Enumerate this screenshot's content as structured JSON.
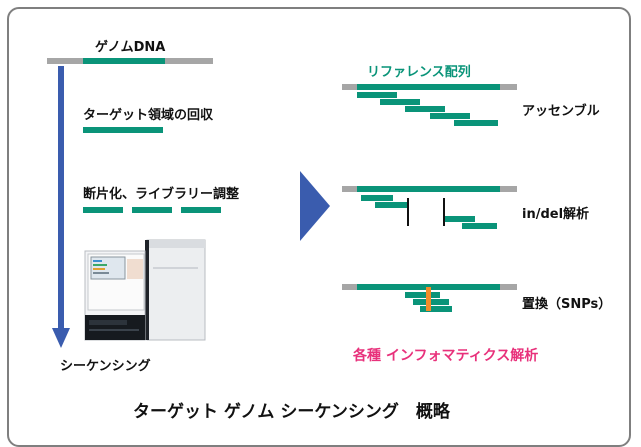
{
  "left": {
    "genome_dna": "ゲノムDNA",
    "target_capture": "ターゲット領域の回収",
    "fragmentation": "断片化、ライブラリー調整",
    "sequencing": "シーケンシング"
  },
  "right": {
    "reference": "リファレンス配列",
    "assembly": "アッセンブル",
    "indel": "in/del解析",
    "snp": "置換（SNPs）",
    "informatics": "各種 インフォマティクス解析"
  },
  "title": "ターゲット ゲノム シーケンシング　概略",
  "colors": {
    "teal": "#0a9479",
    "gray": "#a6a6a6",
    "arrow_blue": "#3a5cae",
    "magenta": "#e8317b",
    "snp_orange": "#f28c28",
    "frame": "#7f7f7f"
  },
  "icons": {
    "flow_arrow": "down-arrow",
    "process_arrow": "right-triangle",
    "instrument": "sequencer-machine"
  }
}
